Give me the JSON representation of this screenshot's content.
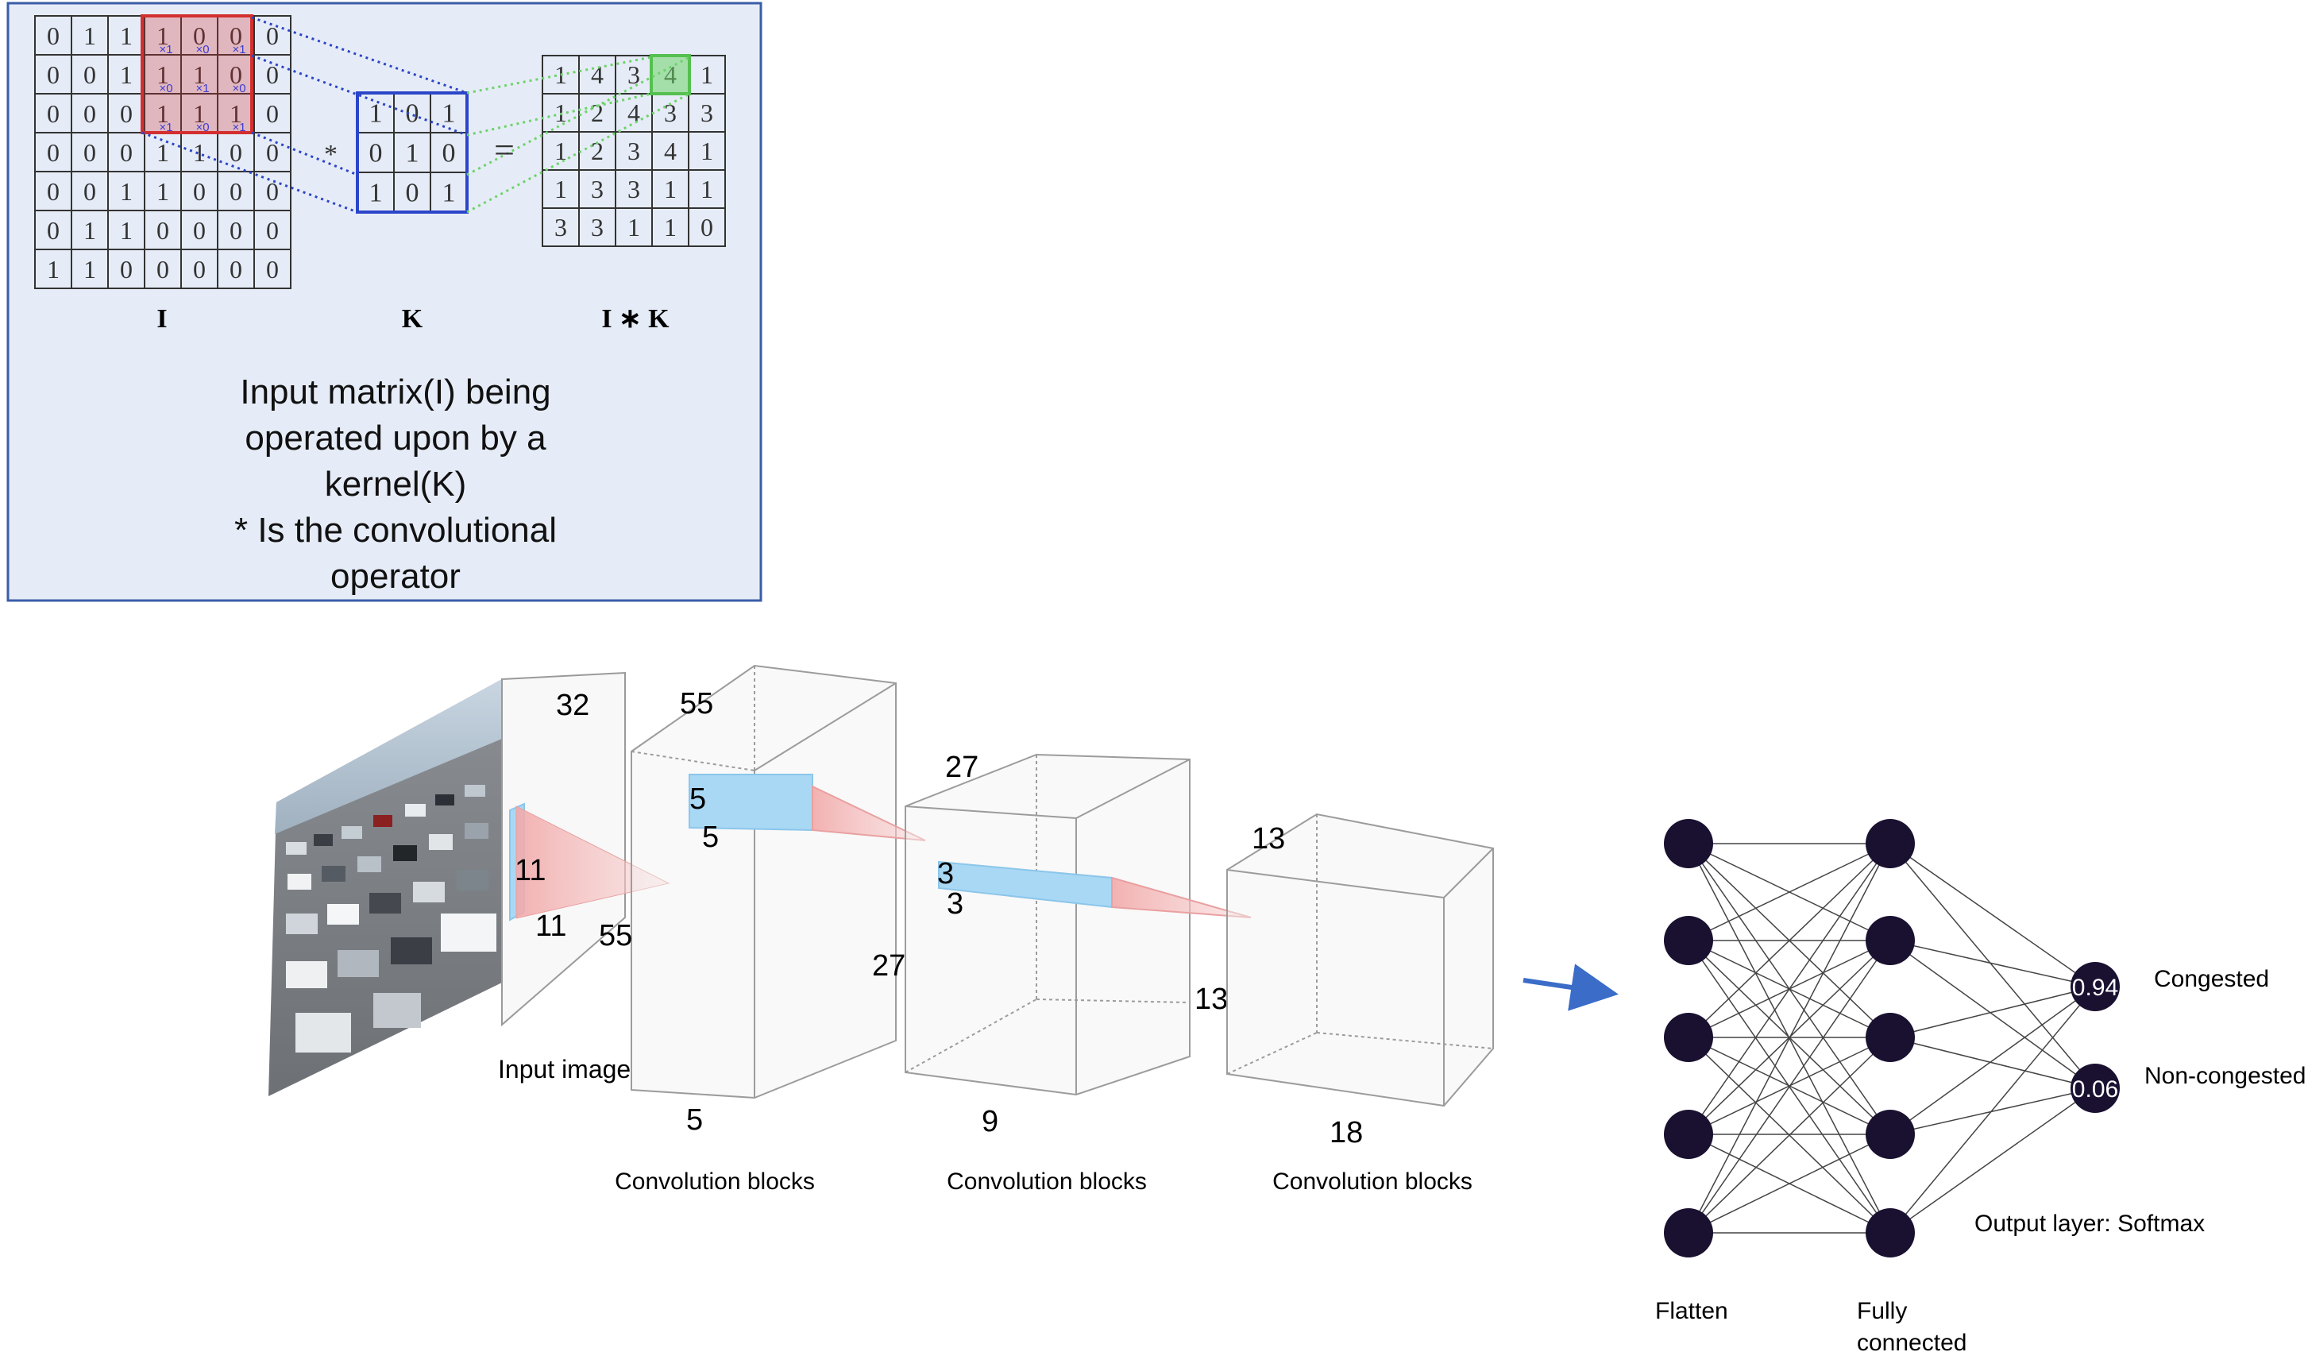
{
  "colors": {
    "panel_fill": "#e6ecf7",
    "panel_border": "#3a5da8",
    "red_highlight": "#d32f2f",
    "blue_kernel": "#2b45c9",
    "green_highlight": "#6ed36a",
    "node_fill": "#1a1030",
    "arrow_blue": "#3a6cc8",
    "blue_slab": "#a9d8f5",
    "red_cone": "#f4b5b5"
  },
  "convolution_panel": {
    "input_matrix": [
      [
        "0",
        "1",
        "1",
        "1",
        "0",
        "0",
        "0"
      ],
      [
        "0",
        "0",
        "1",
        "1",
        "1",
        "0",
        "0"
      ],
      [
        "0",
        "0",
        "0",
        "1",
        "1",
        "1",
        "0"
      ],
      [
        "0",
        "0",
        "0",
        "1",
        "1",
        "0",
        "0"
      ],
      [
        "0",
        "0",
        "1",
        "1",
        "0",
        "0",
        "0"
      ],
      [
        "0",
        "1",
        "1",
        "0",
        "0",
        "0",
        "0"
      ],
      [
        "1",
        "1",
        "0",
        "0",
        "0",
        "0",
        "0"
      ]
    ],
    "kernel_weights": [
      [
        "×1",
        "×0",
        "×1"
      ],
      [
        "×0",
        "×1",
        "×0"
      ],
      [
        "×1",
        "×0",
        "×1"
      ]
    ],
    "kernel_matrix": [
      [
        "1",
        "0",
        "1"
      ],
      [
        "0",
        "1",
        "0"
      ],
      [
        "1",
        "0",
        "1"
      ]
    ],
    "output_matrix": [
      [
        "1",
        "4",
        "3",
        "4",
        "1"
      ],
      [
        "1",
        "2",
        "4",
        "3",
        "3"
      ],
      [
        "1",
        "2",
        "3",
        "4",
        "1"
      ],
      [
        "1",
        "3",
        "3",
        "1",
        "1"
      ],
      [
        "3",
        "3",
        "1",
        "1",
        "0"
      ]
    ],
    "operator_symbol": "*",
    "equals_symbol": "=",
    "label_input": "I",
    "label_kernel": "K",
    "label_output": "I ∗ K",
    "caption_lines": [
      "Input matrix(I) being",
      "operated upon by a",
      "kernel(K)",
      "* Is the convolutional",
      "operator"
    ]
  },
  "cnn": {
    "input_image": {
      "label": "Input image",
      "depth": "32",
      "kernel_h": "11",
      "kernel_w": "11",
      "alt": "traffic-congestion-photo"
    },
    "block1": {
      "height": "55",
      "width": "55",
      "depth": "5",
      "kernel_h": "5",
      "kernel_w": "5",
      "label": "Convolution blocks"
    },
    "block2": {
      "height": "27",
      "width": "27",
      "depth": "9",
      "kernel_h": "3",
      "kernel_w": "3",
      "label": "Convolution blocks"
    },
    "block3": {
      "height": "13",
      "width": "13",
      "depth": "18",
      "label": "Convolution blocks"
    }
  },
  "network": {
    "flatten_label": "Flatten",
    "fc_label_line1": "Fully",
    "fc_label_line2": "connected",
    "output_label": "Output layer: Softmax",
    "outputs": [
      {
        "value": "0.94",
        "class_label": "Congested"
      },
      {
        "value": "0.06",
        "class_label": "Non-congested"
      }
    ]
  }
}
